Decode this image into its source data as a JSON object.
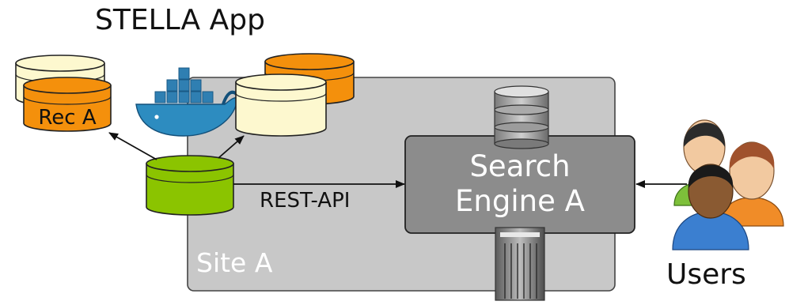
{
  "diagram": {
    "title": "STELLA App",
    "site_label": "Site A",
    "rest_api_label": "REST-API",
    "search_engine": {
      "line1": "Search",
      "line2": "Engine A"
    },
    "recommender_label": "Rec A",
    "users_label": "Users",
    "icons": [
      "docker-whale-icon",
      "database-icon",
      "server-tower-icon",
      "users-group-icon"
    ],
    "colors": {
      "site_box": "#c8c8c8",
      "engine_box": "#8c8c8c",
      "orange_db": "#f4900c",
      "cream_db": "#fdf8cf",
      "green_db": "#8bc400",
      "docker_blue": "#2d8cc0"
    }
  }
}
